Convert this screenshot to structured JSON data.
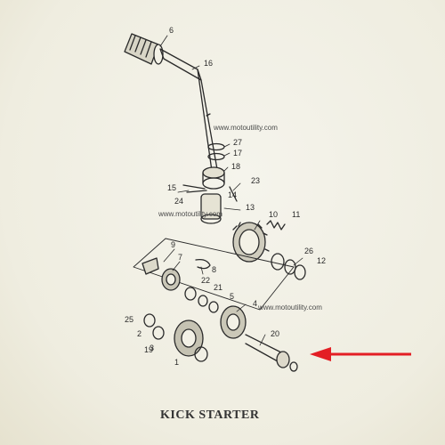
{
  "title": "KICK STARTER",
  "watermarks": [
    "www.motoutility.com",
    "www.motoutility.com",
    "www.motoutility.com"
  ],
  "part_numbers": [
    "6",
    "16",
    "27",
    "17",
    "18",
    "15",
    "24",
    "23",
    "14",
    "13",
    "10",
    "11",
    "9",
    "7",
    "8",
    "26",
    "12",
    "22",
    "21",
    "5",
    "4",
    "25",
    "2",
    "3",
    "19",
    "1",
    "20"
  ],
  "colors": {
    "ink": "#2a2a2a",
    "arrow": "#e31e24",
    "paper": "#f3f1e6"
  },
  "icons": {
    "arrow": "red-arrow-icon"
  }
}
